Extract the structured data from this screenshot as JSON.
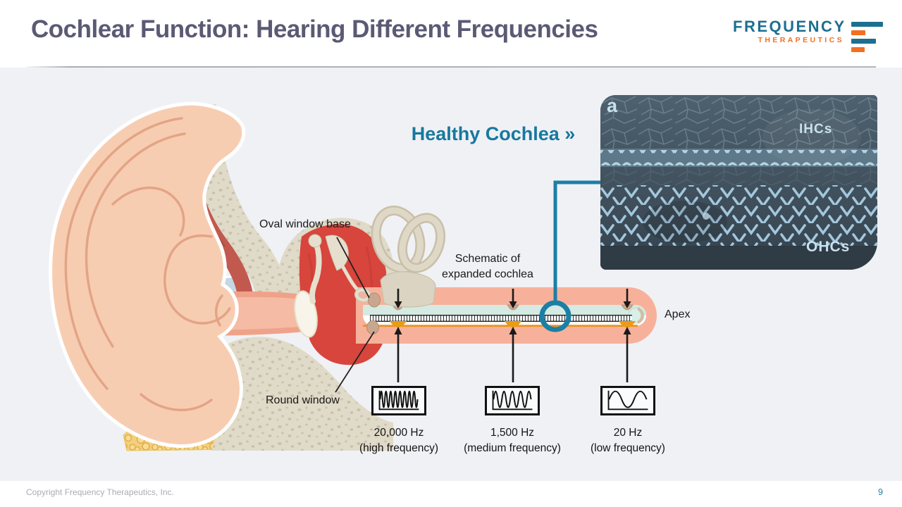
{
  "header": {
    "title": "Cochlear Function: Hearing Different Frequencies",
    "logo": {
      "line1": "FREQUENCY",
      "line2": "THERAPEUTICS"
    }
  },
  "footer": {
    "copyright": "Copyright Frequency Therapeutics, Inc.",
    "page_number": "9"
  },
  "labels": {
    "healthy_cochlea": "Healthy Cochlea »",
    "oval_window": "Oval window base",
    "round_window": "Round window",
    "schematic_line1": "Schematic of",
    "schematic_line2": "expanded cochlea",
    "apex": "Apex"
  },
  "micrograph": {
    "panel_letter": "a",
    "ihc_label": "IHCs",
    "ohc_label": "OHCs"
  },
  "frequencies": [
    {
      "hz": "20,000 Hz",
      "desc": "(high frequency)",
      "cycles": 8
    },
    {
      "hz": "1,500 Hz",
      "desc": "(medium frequency)",
      "cycles": 4.5
    },
    {
      "hz": "20 Hz",
      "desc": "(low frequency)",
      "cycles": 1.5
    }
  ],
  "colors": {
    "title": "#5B5A74",
    "accent_teal": "#17789E",
    "logo_teal": "#1C6F90",
    "logo_orange": "#F26E21",
    "page_number": "#2E7EA8",
    "highlight_ring": "#1B7FA6",
    "tube_salmon": "#F7B19B",
    "tube_orange": "#E8951D"
  }
}
